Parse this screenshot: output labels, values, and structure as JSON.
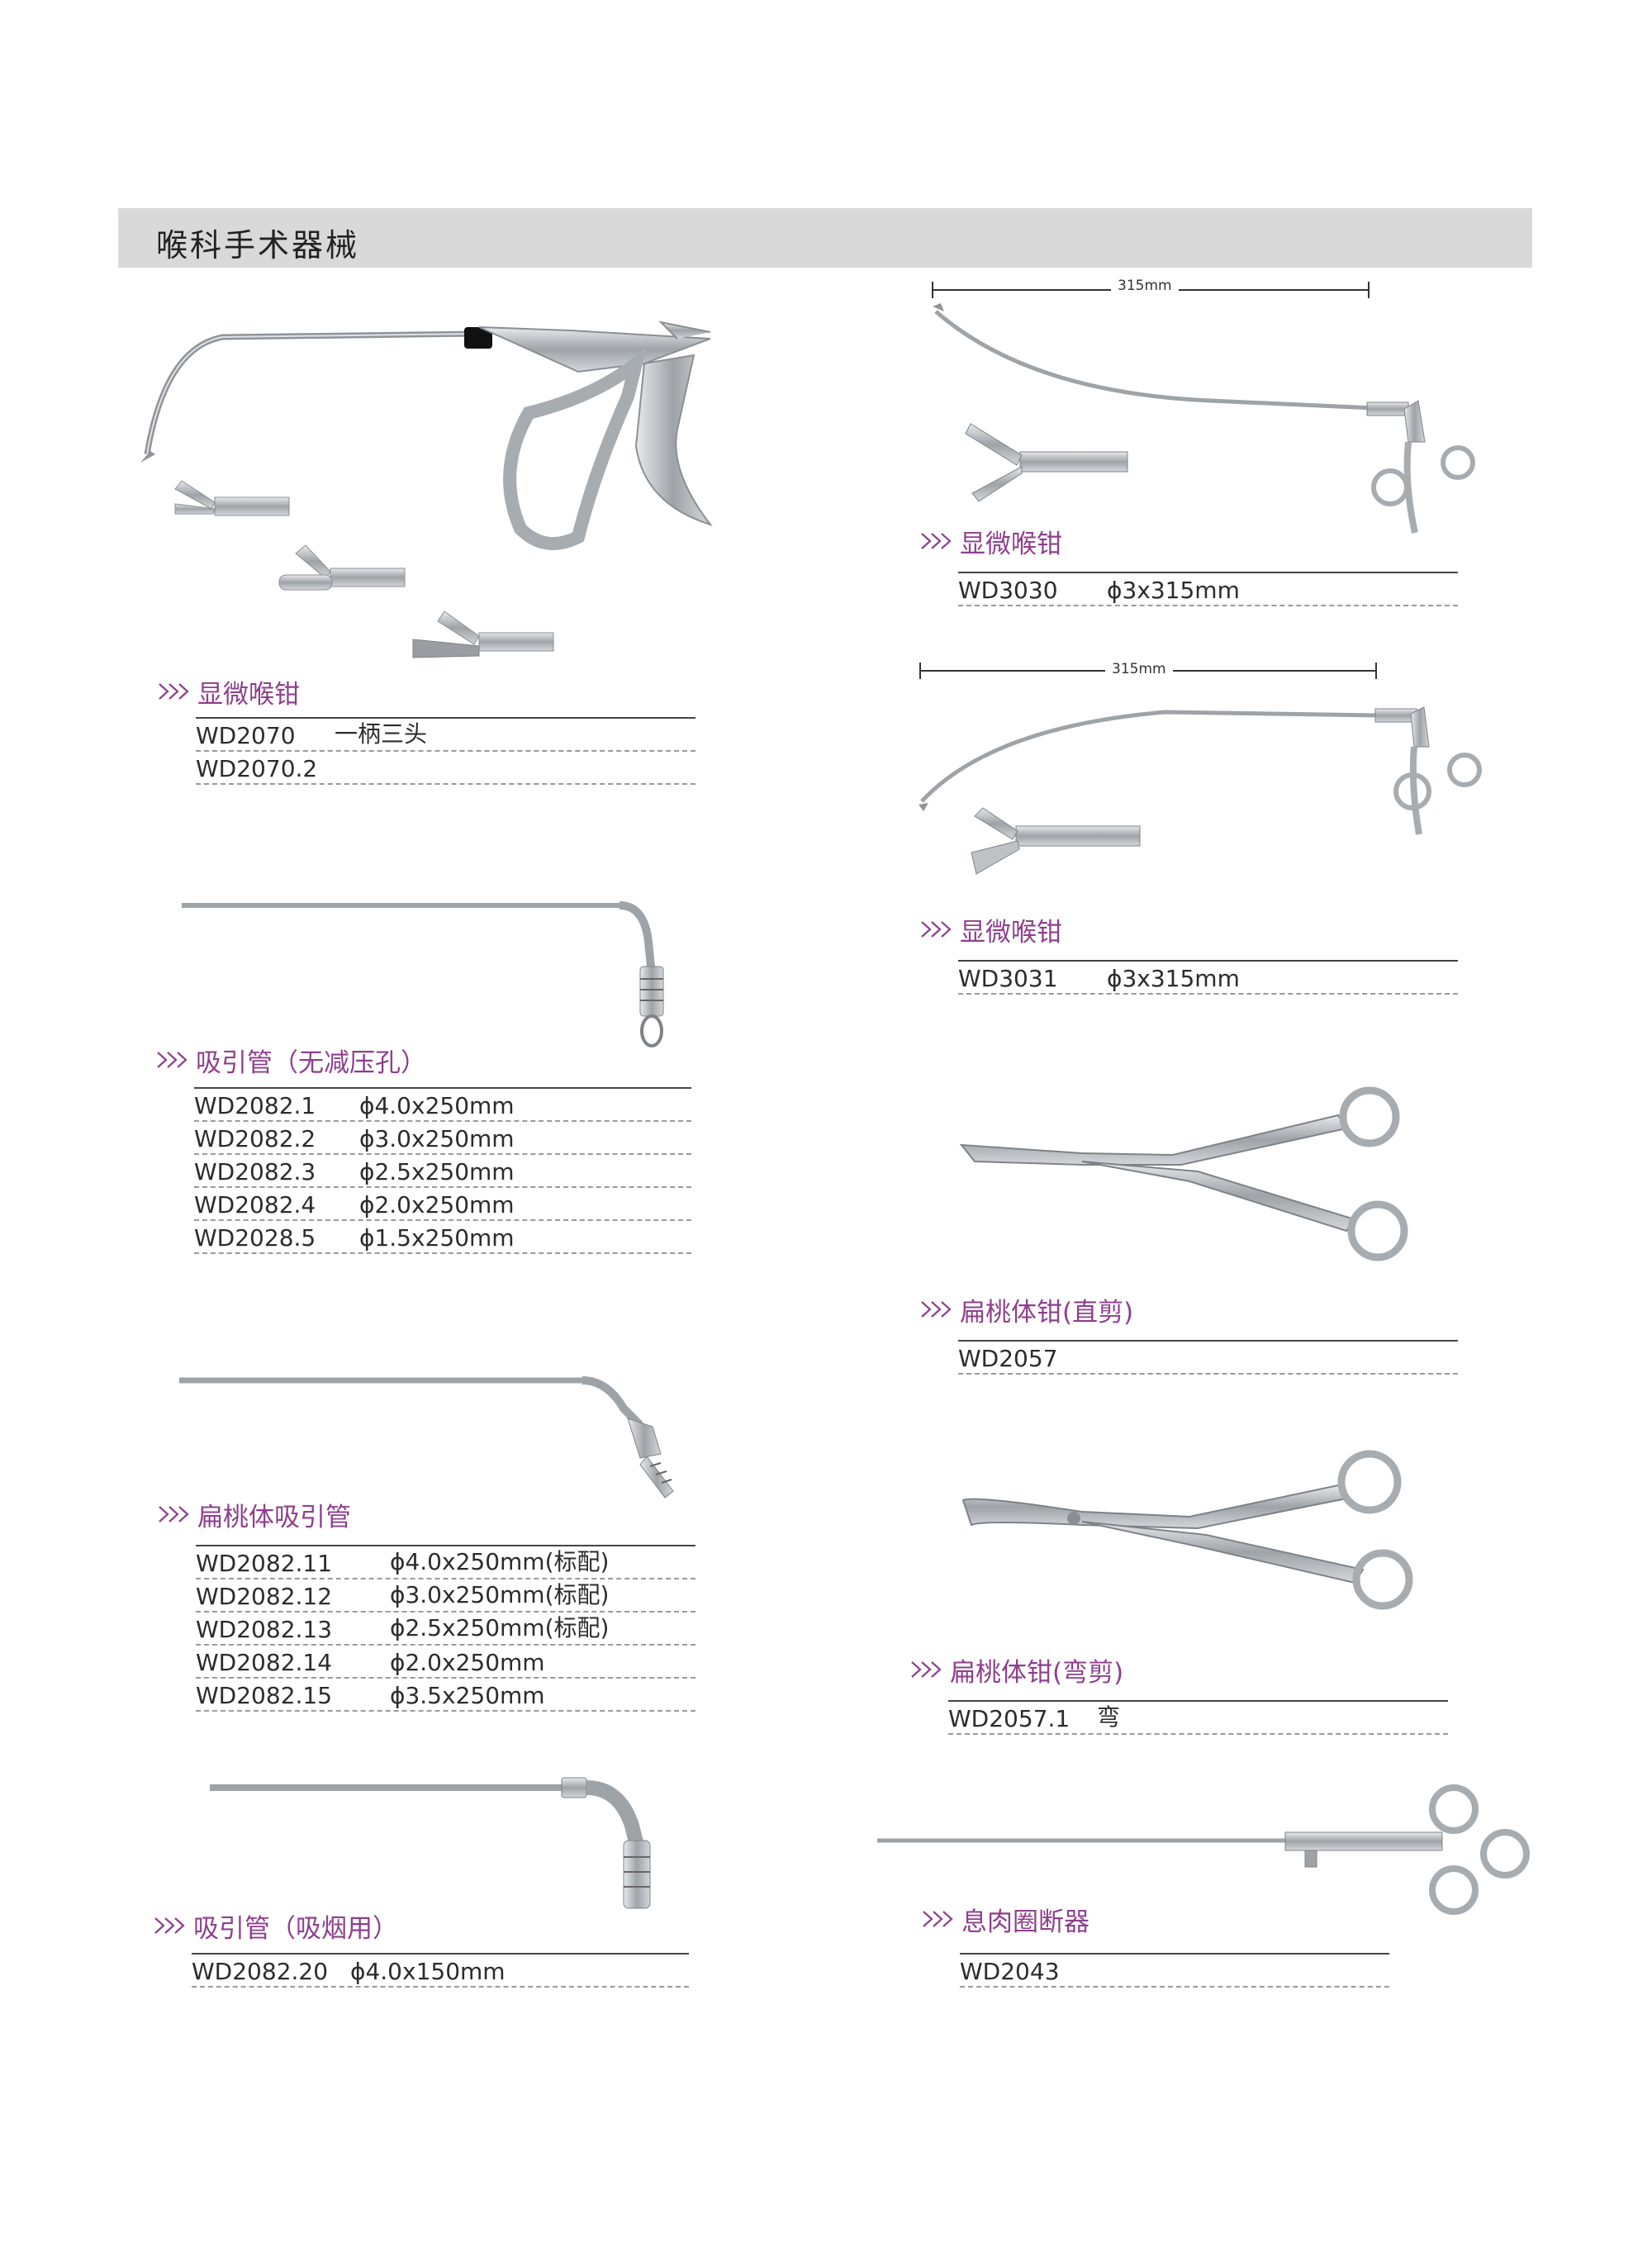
{
  "header": {
    "title": "喉科手术器械"
  },
  "colors": {
    "accent": "#8e3f8d",
    "header_bg": "#d9d9da",
    "steel": "#b7bbbf"
  },
  "icons": {
    "section_marker": "double-chevron-icon"
  },
  "dimensions": {
    "dim1": "315mm",
    "dim2": "315mm"
  },
  "sections": {
    "s1": {
      "title": "显微喉钳",
      "rows": [
        {
          "code": "WD2070",
          "spec": "一柄三头"
        },
        {
          "code": "WD2070.2",
          "spec": ""
        }
      ]
    },
    "s2": {
      "title": "吸引管（无减压孔）",
      "rows": [
        {
          "code": "WD2082.1",
          "spec": "ϕ4.0x250mm"
        },
        {
          "code": "WD2082.2",
          "spec": "ϕ3.0x250mm"
        },
        {
          "code": "WD2082.3",
          "spec": "ϕ2.5x250mm"
        },
        {
          "code": "WD2082.4",
          "spec": "ϕ2.0x250mm"
        },
        {
          "code": "WD2028.5",
          "spec": "ϕ1.5x250mm"
        }
      ]
    },
    "s3": {
      "title": "扁桃体吸引管",
      "rows": [
        {
          "code": "WD2082.11",
          "spec": "ϕ4.0x250mm(标配)"
        },
        {
          "code": "WD2082.12",
          "spec": "ϕ3.0x250mm(标配)"
        },
        {
          "code": "WD2082.13",
          "spec": "ϕ2.5x250mm(标配)"
        },
        {
          "code": "WD2082.14",
          "spec": "ϕ2.0x250mm"
        },
        {
          "code": "WD2082.15",
          "spec": "ϕ3.5x250mm"
        }
      ]
    },
    "s4": {
      "title": "吸引管（吸烟用）",
      "rows": [
        {
          "code": "WD2082.20",
          "spec": "ϕ4.0x150mm"
        }
      ]
    },
    "s5": {
      "title": "显微喉钳",
      "rows": [
        {
          "code": "WD3030",
          "spec": "ϕ3x315mm"
        }
      ]
    },
    "s6": {
      "title": "显微喉钳",
      "rows": [
        {
          "code": "WD3031",
          "spec": "ϕ3x315mm"
        }
      ]
    },
    "s7": {
      "title": "扁桃体钳(直剪)",
      "rows": [
        {
          "code": "WD2057",
          "spec": ""
        }
      ]
    },
    "s8": {
      "title": "扁桃体钳(弯剪)",
      "rows": [
        {
          "code": "WD2057.1",
          "spec": "弯"
        }
      ]
    },
    "s9": {
      "title": "息肉圈断器",
      "rows": [
        {
          "code": "WD2043",
          "spec": ""
        }
      ]
    }
  }
}
